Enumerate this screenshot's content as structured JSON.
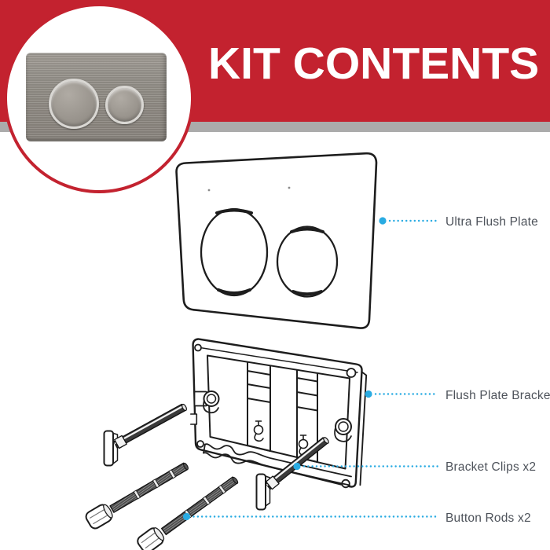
{
  "header": {
    "title": "KIT CONTENTS",
    "bg_color": "#C3222F",
    "text_color": "#FFFFFF",
    "divider_color": "#ABABAB"
  },
  "inset": {
    "alt": "Brushed nickel dual flush plate photo",
    "ring_color": "#C3222F"
  },
  "legend": {
    "accent_color": "#29ABE2",
    "text_color": "#4D525A",
    "items": [
      {
        "label": "Ultra Flush Plate"
      },
      {
        "label": "Flush Plate Bracket"
      },
      {
        "label": "Bracket Clips x2"
      },
      {
        "label": "Button Rods x2"
      }
    ]
  },
  "diagram": {
    "line_color": "#1D1D1D",
    "parts": [
      "Ultra Flush Plate",
      "Flush Plate Bracket",
      "Bracket Clips x2",
      "Button Rods x2"
    ]
  }
}
